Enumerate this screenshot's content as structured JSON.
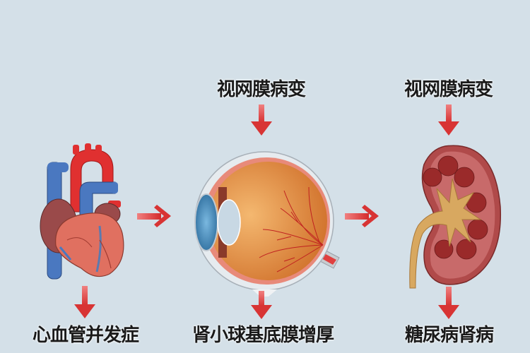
{
  "diagram": {
    "top_labels": [
      {
        "id": "eye-top",
        "text": "视网膜病变"
      },
      {
        "id": "kidney-top",
        "text": "视网膜病变"
      }
    ],
    "bottom_labels": [
      {
        "id": "heart-bottom",
        "text": "心血管并发症"
      },
      {
        "id": "eye-bottom",
        "text": "肾小球基底膜增厚"
      },
      {
        "id": "kidney-bottom",
        "text": "糖尿病肾病"
      }
    ],
    "organs": [
      {
        "name": "heart",
        "icon": "heart-icon"
      },
      {
        "name": "eye",
        "icon": "eye-cross-section-icon"
      },
      {
        "name": "kidney",
        "icon": "kidney-cross-section-icon"
      }
    ],
    "colors": {
      "background": "#d4e0e8",
      "arrow": "#dc3c3c",
      "text": "#1a1a1a"
    }
  }
}
